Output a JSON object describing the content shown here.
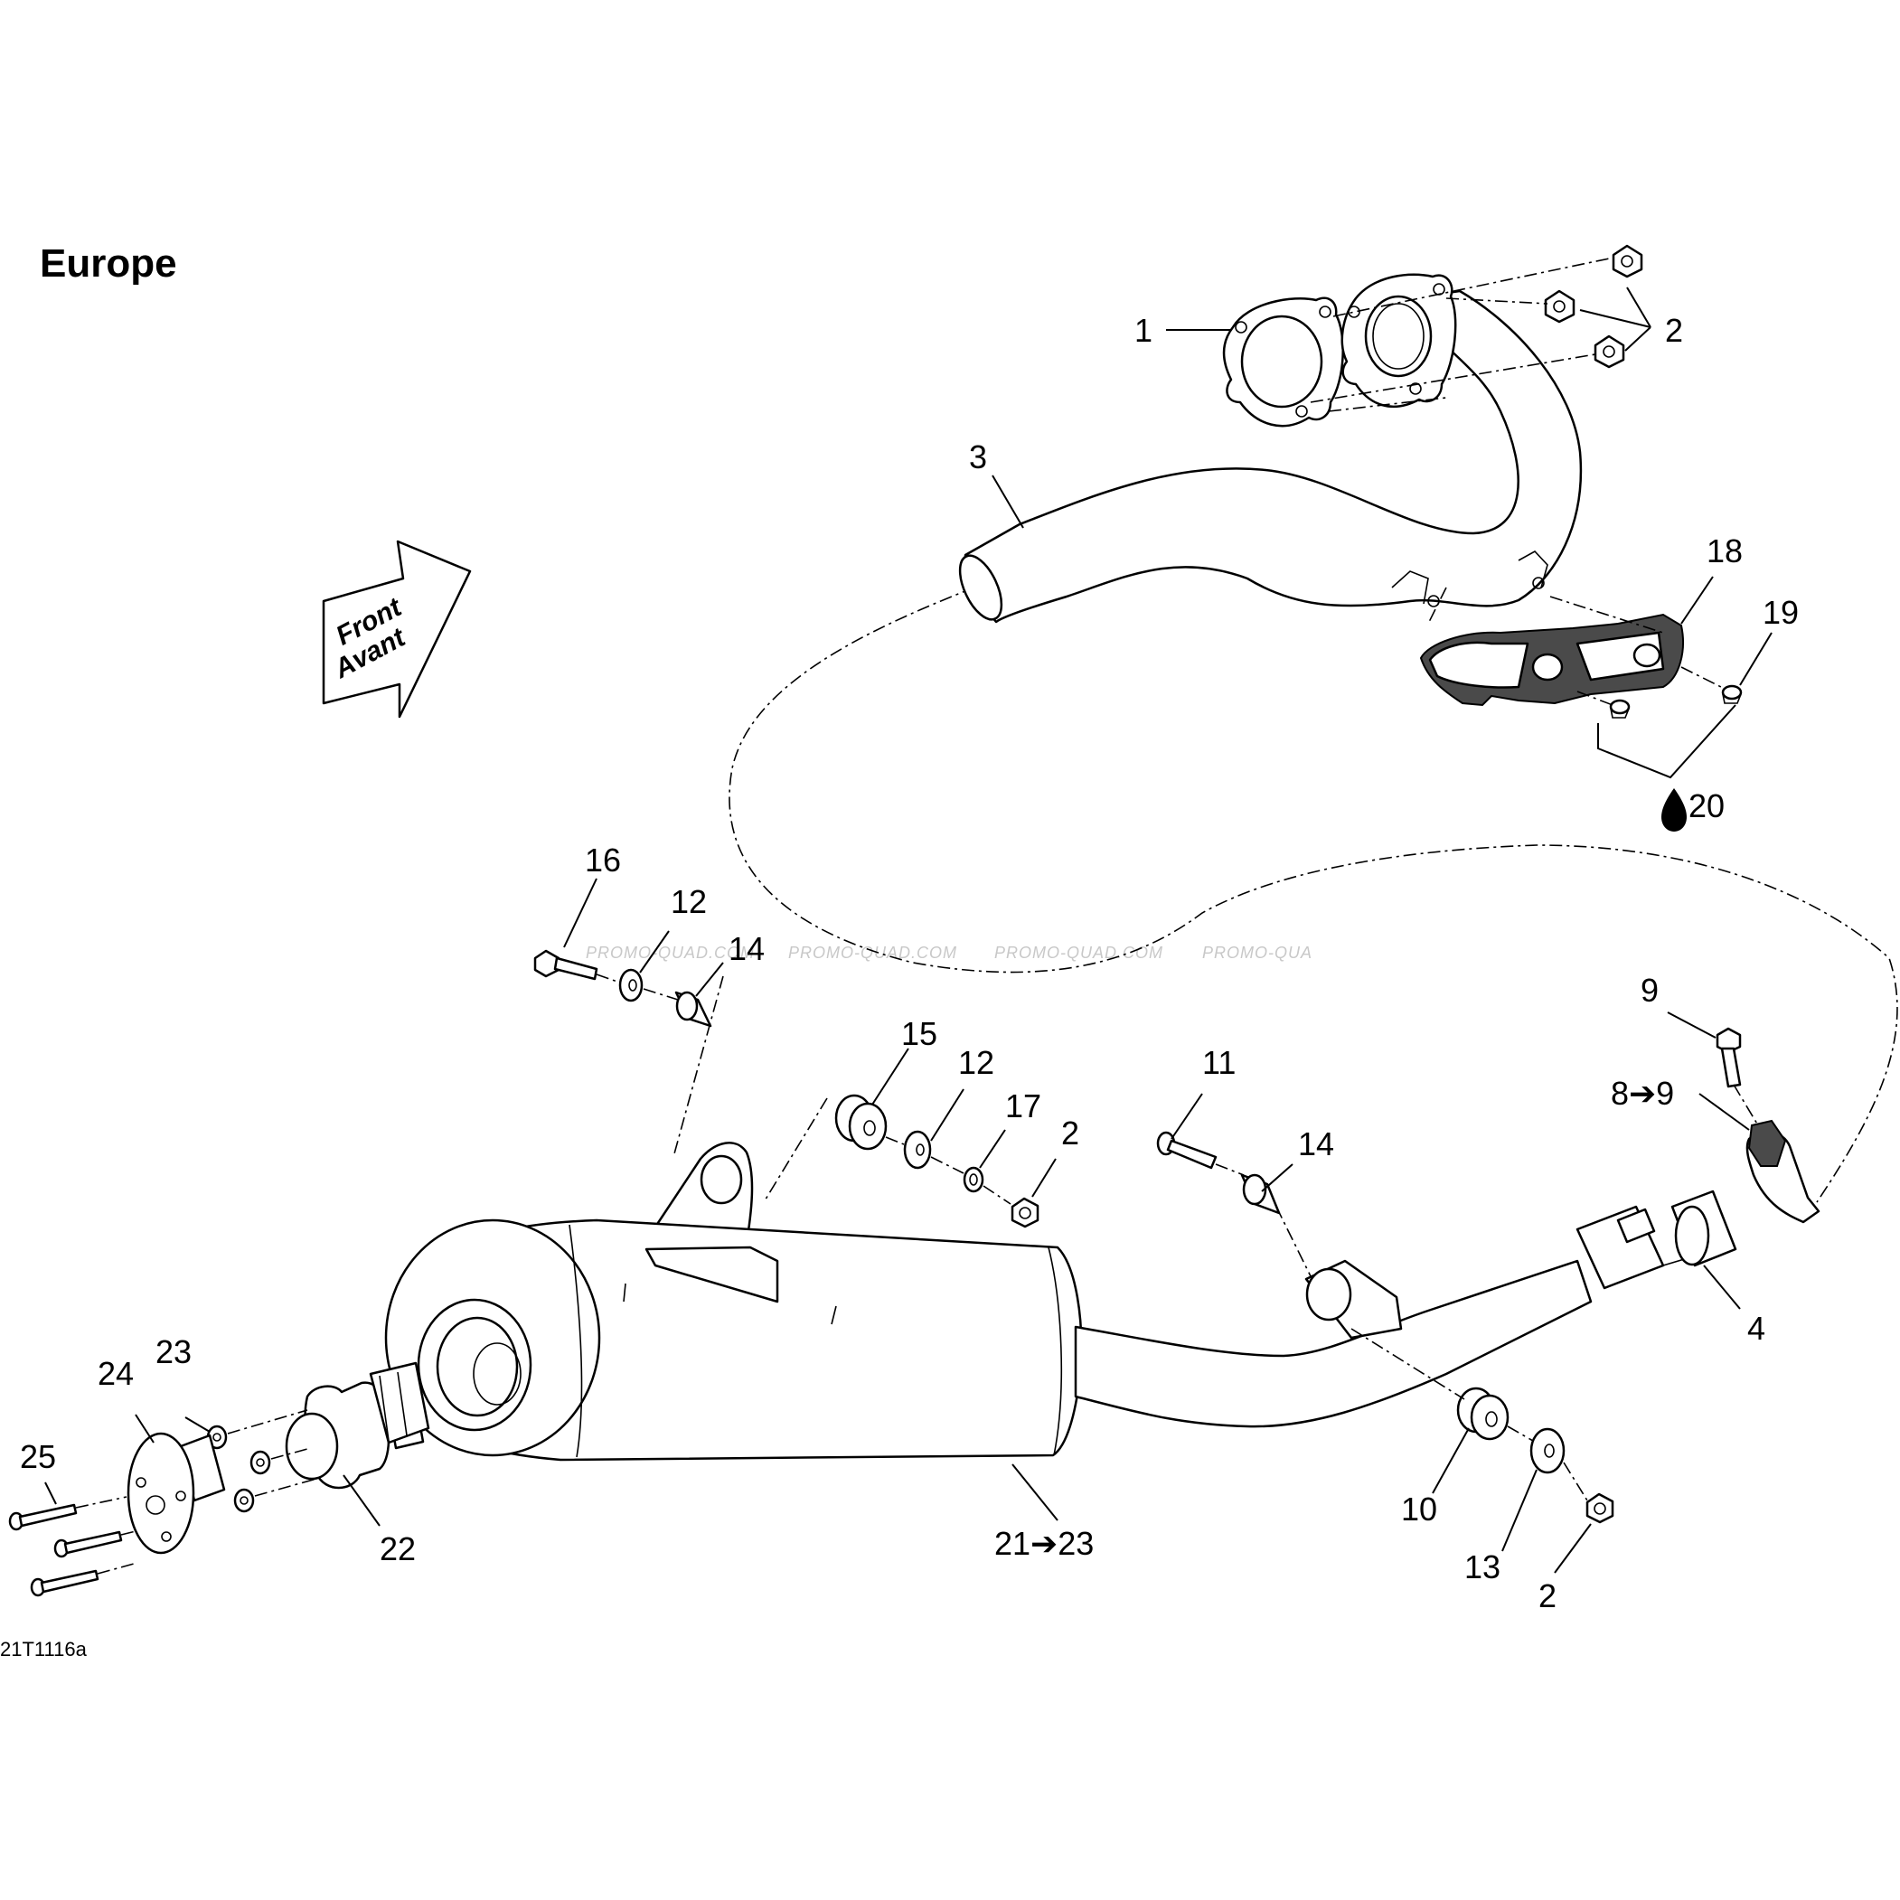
{
  "title": "Europe",
  "figure_id": "21T1116a",
  "direction_arrow": {
    "line1": "Front",
    "line2": "Avant"
  },
  "watermark": [
    "PROMO-QUAD.COM",
    "PROMO-QUAD.COM",
    "PROMO-QUAD.COM",
    "PROMO-QUA"
  ],
  "callouts": {
    "c1": "1",
    "c2a": "2",
    "c3": "3",
    "c18": "18",
    "c19": "19",
    "c20": "20",
    "c16": "16",
    "c12a": "12",
    "c14a": "14",
    "c15": "15",
    "c12b": "12",
    "c17": "17",
    "c2b": "2",
    "c11": "11",
    "c14b": "14",
    "c9": "9",
    "c8to9": "8➔9",
    "c4": "4",
    "c23": "23",
    "c24": "24",
    "c25": "25",
    "c22": "22",
    "c21to23": "21➔23",
    "c10": "10",
    "c13": "13",
    "c2c": "2"
  }
}
